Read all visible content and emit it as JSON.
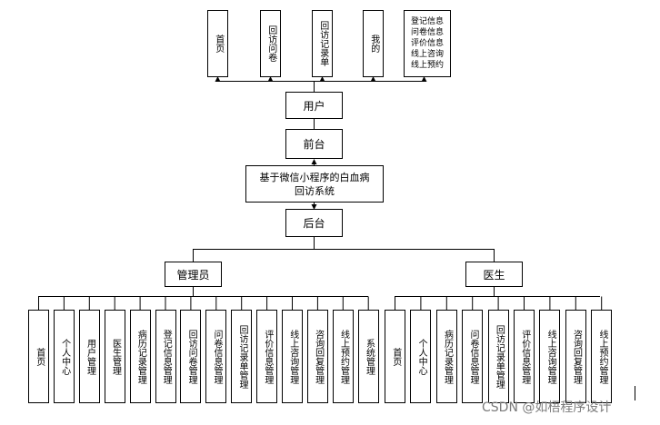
{
  "top_modules": [
    "首页",
    "回访问卷",
    "回访记录单",
    "我的"
  ],
  "info_box": [
    "登记信息",
    "问卷信息",
    "评价信息",
    "线上咨询",
    "线上预约"
  ],
  "user": "用户",
  "frontend": "前台",
  "system": [
    "基于微信小程序的白血病",
    "回访系统"
  ],
  "backend": "后台",
  "admin": {
    "label": "管理员",
    "modules": [
      "首页",
      "个人中心",
      "用户管理",
      "医生管理",
      "病历记录管理",
      "登记信息管理",
      "回访问卷管理",
      "问卷信息管理",
      "回访记录单管理",
      "评价信息管理",
      "线上咨询管理",
      "咨询回复管理",
      "线上预约管理",
      "系统管理"
    ]
  },
  "doctor": {
    "label": "医生",
    "modules": [
      "首页",
      "个人中心",
      "病历记录管理",
      "问卷信息管理",
      "回访记录单管理",
      "评价信息管理",
      "线上咨询管理",
      "咨询回复管理",
      "线上预约管理"
    ]
  },
  "watermark": "CSDN @如梧程序设计"
}
